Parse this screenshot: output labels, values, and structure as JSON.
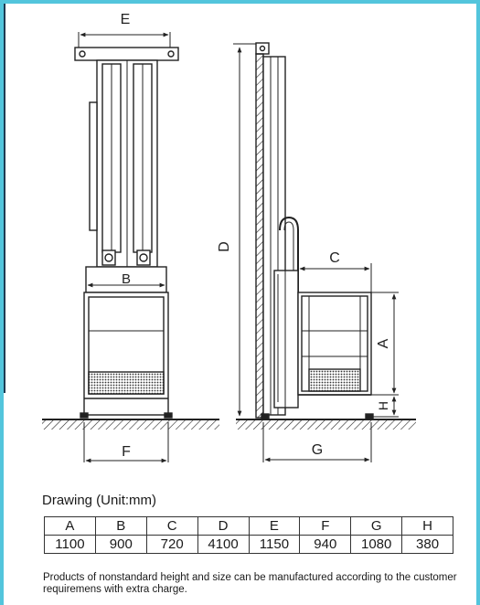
{
  "dimension_labels": {
    "e": "E",
    "b": "B",
    "f": "F",
    "d": "D",
    "c": "C",
    "a": "A",
    "h": "H",
    "g": "G"
  },
  "caption": "Drawing (Unit:mm)",
  "table": {
    "headers": [
      "A",
      "B",
      "C",
      "D",
      "E",
      "F",
      "G",
      "H"
    ],
    "values": [
      "1100",
      "900",
      "720",
      "4100",
      "1150",
      "940",
      "1080",
      "380"
    ]
  },
  "note": "Products of nonstandard height and size can be manufactured according to the customer requiremens with extra charge.",
  "colors": {
    "frame": "#53c5dc",
    "line": "#222222"
  }
}
